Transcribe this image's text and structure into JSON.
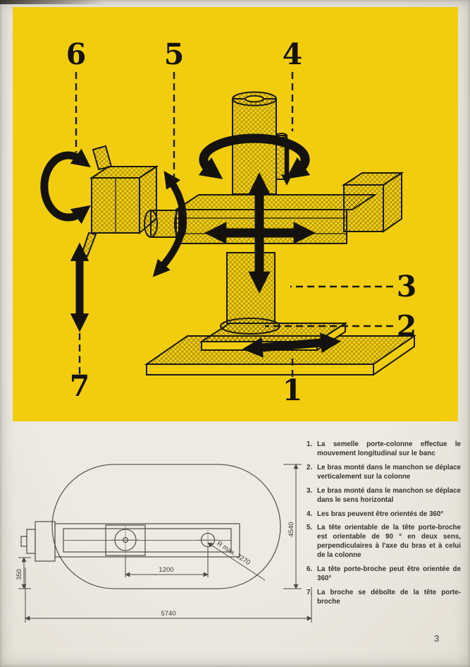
{
  "colors": {
    "panel_yellow": "#f1cd0e",
    "paper": "#ebe8e0",
    "ink": "#14120e"
  },
  "page": {
    "number": "3"
  },
  "callouts": {
    "n1": "1",
    "n2": "2",
    "n3": "3",
    "n4": "4",
    "n5": "5",
    "n6": "6",
    "n7": "7"
  },
  "plan": {
    "dim_length": "5740",
    "dim_span": "1200",
    "dim_depth": "4540",
    "dim_offset": "350",
    "radius_label": "R max. 2270"
  },
  "legend": {
    "items": [
      {
        "num": "1.",
        "text": "La semelle porte-colonne effectue le mouvement longitudinal sur le banc"
      },
      {
        "num": "2.",
        "text": "Le bras monté dans le manchon se déplace verticalement sur la colonne"
      },
      {
        "num": "3.",
        "text": "Le bras monté dans le manchon se déplace dans le sens horizontal"
      },
      {
        "num": "4.",
        "text": "Les bras peuvent être orientés de 360°"
      },
      {
        "num": "5.",
        "text": "La tête orientable de la tête porte-broche est orientable de 90 ° en deux sens, perpendiculaires à l'axe du bras et à celui de la colonne"
      },
      {
        "num": "6.",
        "text": "La tête porte-broche peut être orientée de 360°"
      },
      {
        "num": "7.",
        "text": "La broche se déboîte de la tête porte-broche"
      }
    ]
  }
}
